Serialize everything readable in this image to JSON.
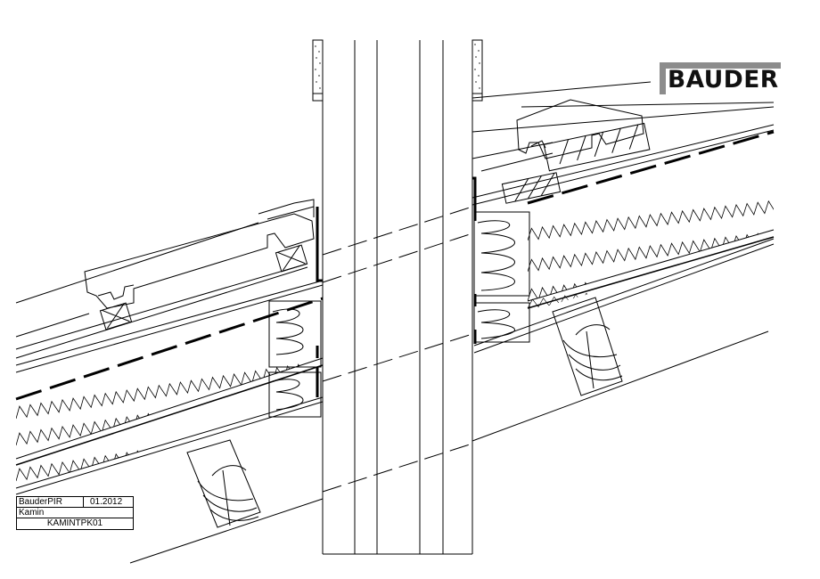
{
  "logo": {
    "text": "BAUDER",
    "bar_color": "#8c8c8c",
    "text_color": "#111111"
  },
  "titleblock": {
    "product": "BauderPIR",
    "date": "01.2012",
    "subject": "Kamin",
    "drawing_code": "KAMINTPK01"
  },
  "colors": {
    "line": "#000000",
    "background": "#ffffff"
  }
}
